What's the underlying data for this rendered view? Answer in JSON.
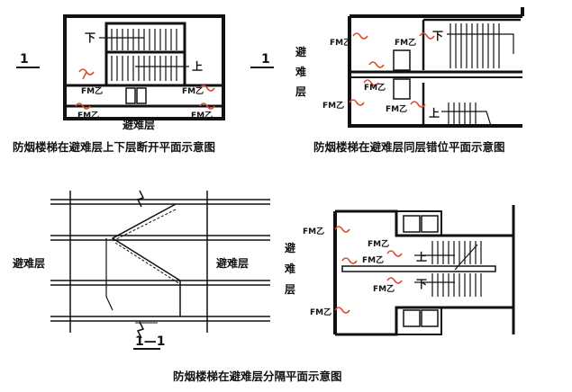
{
  "captions": {
    "top_left": "防烟楼梯在避难层上下层断开平面示意图",
    "top_right": "防烟楼梯在避难层同层错位平面示意图",
    "bottom": "防烟楼梯在避难层分隔平面示意图"
  },
  "labels": {
    "down": "下",
    "up": "上",
    "refuge_floor": "避难层",
    "refuge_v1": "避",
    "refuge_v2": "难",
    "refuge_v3": "层",
    "fire_door": "FM乙",
    "section_mark": "1",
    "section_title": "1—1"
  }
}
